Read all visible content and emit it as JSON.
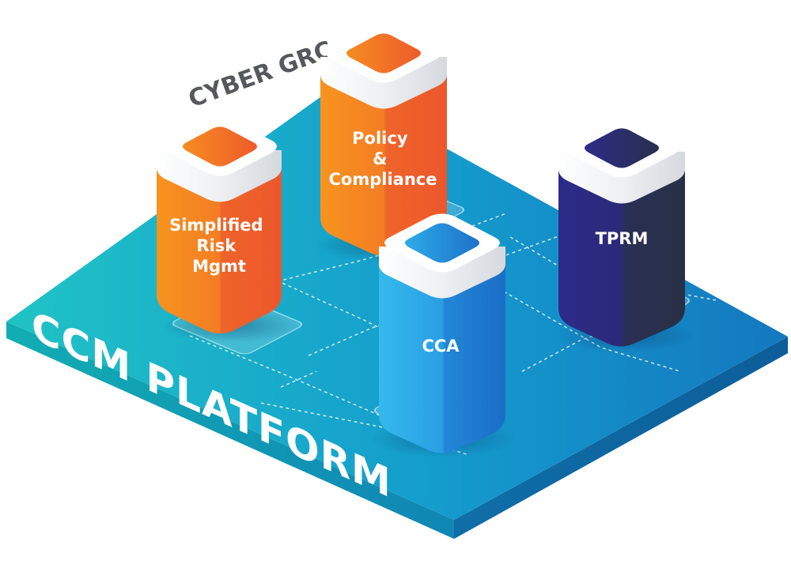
{
  "platform": {
    "label": "CCM PLATFORM"
  },
  "cyber_grc": {
    "label": "CYBER GRC"
  },
  "towers": {
    "risk": {
      "lines": [
        "Simplified",
        "Risk",
        "Mgmt"
      ]
    },
    "policy": {
      "lines": [
        "Policy",
        "&",
        "Compliance"
      ]
    },
    "tprm": {
      "lines": [
        "TPRM"
      ]
    },
    "cca": {
      "lines": [
        "CCA"
      ]
    }
  },
  "colors": {
    "platform_left": "#1cc4c6",
    "platform_right": "#1479bf",
    "orange_light": "#f58f22",
    "orange_dark": "#ee5a2a",
    "blue_light": "#2eb5ea",
    "blue_dark": "#1d6fc9",
    "navy_light": "#2c2a85",
    "navy_dark": "#2a2e44",
    "text_white": "#ffffff",
    "cyber_text": "#55585d"
  }
}
